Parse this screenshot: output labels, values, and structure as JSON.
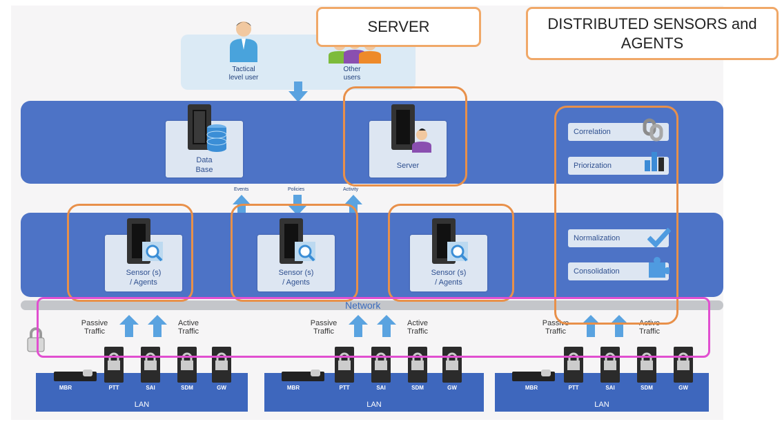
{
  "callouts": {
    "server": "SERVER",
    "distributed": "DISTRIBUTED SENSORS and\nAGENTS"
  },
  "users": {
    "tactical": "Tactical\nlevel user",
    "other": "Other\nusers"
  },
  "top_band": {
    "database": "Data\nBase",
    "server": "Server"
  },
  "flows": {
    "events": "Events",
    "policies": "Policies",
    "activity": "Activity"
  },
  "sensors": [
    {
      "label": "Sensor (s)\n/ Agents"
    },
    {
      "label": "Sensor (s)\n/ Agents"
    },
    {
      "label": "Sensor (s)\n/ Agents"
    }
  ],
  "processing": [
    "Correlation",
    "Priorization",
    "Normalization",
    "Consolidation"
  ],
  "network": {
    "label": "Network"
  },
  "traffic": {
    "passive": "Passive\nTraffic",
    "active": "Active\nTraffic"
  },
  "lans": [
    {
      "label": "LAN",
      "devices": [
        "MBR",
        "PTT",
        "SAI",
        "SDM",
        "GW"
      ]
    },
    {
      "label": "LAN",
      "devices": [
        "MBR",
        "PTT",
        "SAI",
        "SDM",
        "GW"
      ]
    },
    {
      "label": "LAN",
      "devices": [
        "MBR",
        "PTT",
        "SAI",
        "SDM",
        "GW"
      ]
    }
  ],
  "colors": {
    "band": "#4d73c6",
    "card": "#dde6f2",
    "orange_outline": "#e8904a",
    "magenta_outline": "#e14fd0",
    "arrow": "#5aa3e0"
  },
  "icons": [
    "person-icon",
    "database-icon",
    "server-icon",
    "sensor-icon",
    "magnifier-icon",
    "lock-icon",
    "chain-link-icon",
    "bar-chart-icon",
    "checkmark-icon",
    "puzzle-icon",
    "arrow-up-icon",
    "arrow-down-icon"
  ]
}
